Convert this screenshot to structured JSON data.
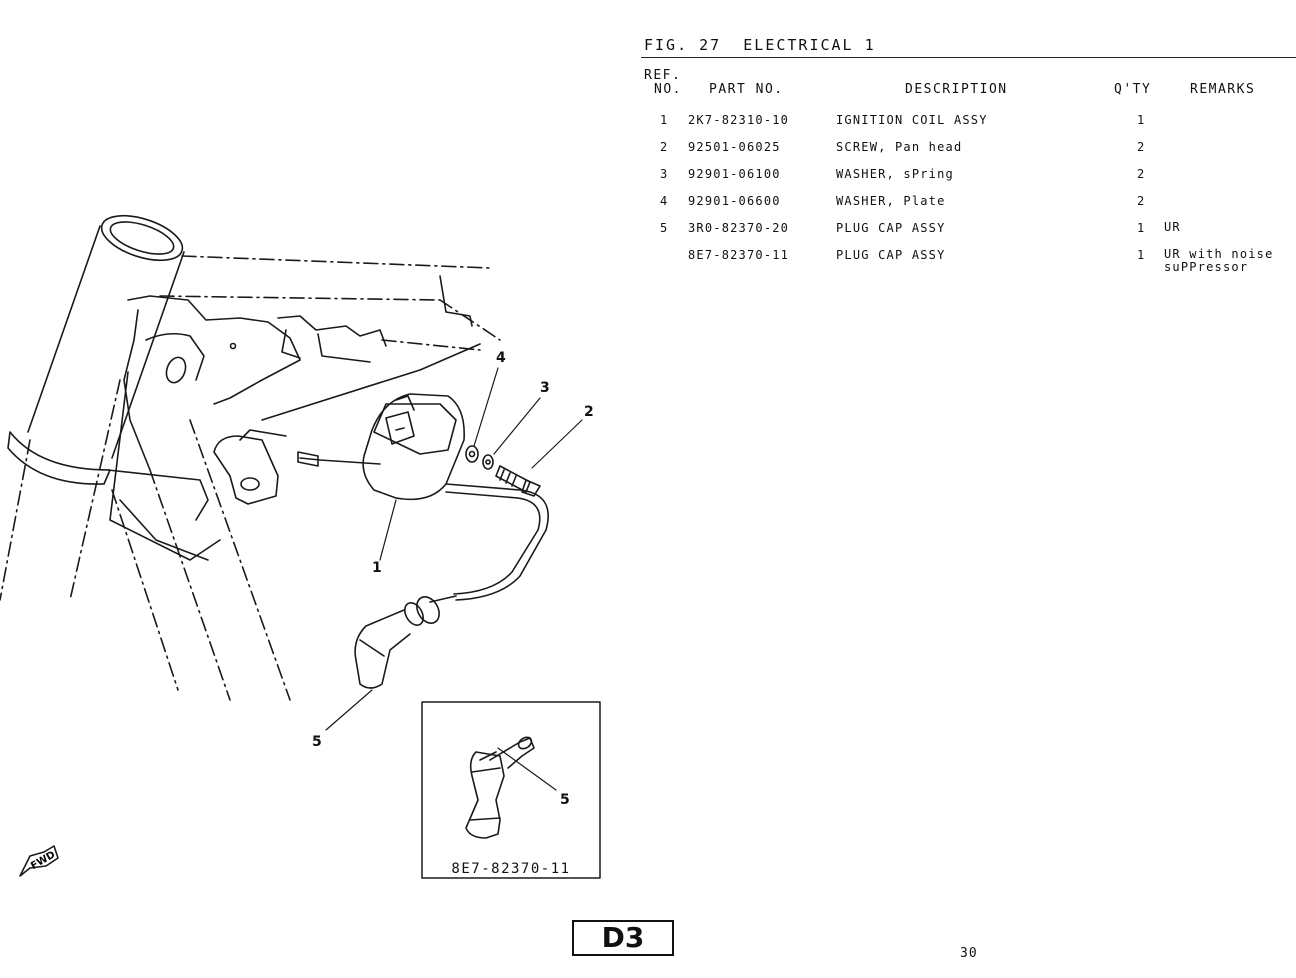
{
  "figure": {
    "title": "FIG. 27  ELECTRICAL 1"
  },
  "table": {
    "headers": {
      "ref": "REF.",
      "no": "NO.",
      "part_no": "PART NO.",
      "description": "DESCRIPTION",
      "qty": "Q'TY",
      "remarks": "REMARKS"
    },
    "rows": [
      {
        "ref": "1",
        "part_no": "2K7-82310-10",
        "description": "IGNITION COIL ASSY",
        "qty": "1",
        "remarks": ""
      },
      {
        "ref": "2",
        "part_no": "92501-06025",
        "description": "SCREW, Pan head",
        "qty": "2",
        "remarks": ""
      },
      {
        "ref": "3",
        "part_no": "92901-06100",
        "description": "WASHER, sPring",
        "qty": "2",
        "remarks": ""
      },
      {
        "ref": "4",
        "part_no": "92901-06600",
        "description": "WASHER, Plate",
        "qty": "2",
        "remarks": ""
      },
      {
        "ref": "5",
        "part_no": "3R0-82370-20",
        "description": "PLUG CAP ASSY",
        "qty": "1",
        "remarks": "UR"
      },
      {
        "ref": "",
        "part_no": "8E7-82370-11",
        "description": "PLUG CAP ASSY",
        "qty": "1",
        "remarks": "UR with noise\nsuPPressor"
      }
    ]
  },
  "diagram": {
    "callouts": [
      "1",
      "2",
      "3",
      "4",
      "5"
    ],
    "inset_callout": "5",
    "inset_part_label": "8E7-82370-11",
    "fwd_label": "FWD"
  },
  "footer": {
    "section_code": "D3",
    "page_number": "30"
  }
}
